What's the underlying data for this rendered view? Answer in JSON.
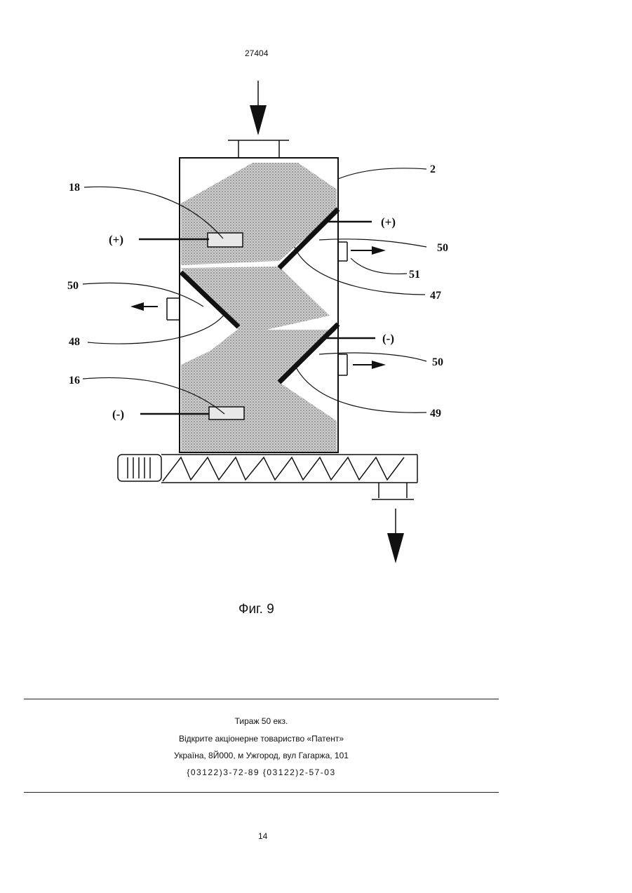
{
  "header": {
    "doc_number": "27404"
  },
  "figure": {
    "caption": "Фиг. 9",
    "labels": {
      "l2": "2",
      "l18": "18",
      "l16": "16",
      "l50a": "50",
      "l50b": "50",
      "l50c": "50",
      "l51": "51",
      "l47": "47",
      "l48": "48",
      "l49": "49",
      "plus_left": "(+)",
      "plus_right": "(+)",
      "minus_left": "(-)",
      "minus_right": "(-)"
    }
  },
  "imprint": {
    "line1": "Тираж 50 екз.",
    "line2": "Відкрите акціонерне товариство «Патент»",
    "line3": "Україна, 8Й000, м Ужгород, вул Гагаржа, 101",
    "line4": "{03122)3-72-89  {03122)2-57-03"
  },
  "footer": {
    "page_number": "14"
  }
}
